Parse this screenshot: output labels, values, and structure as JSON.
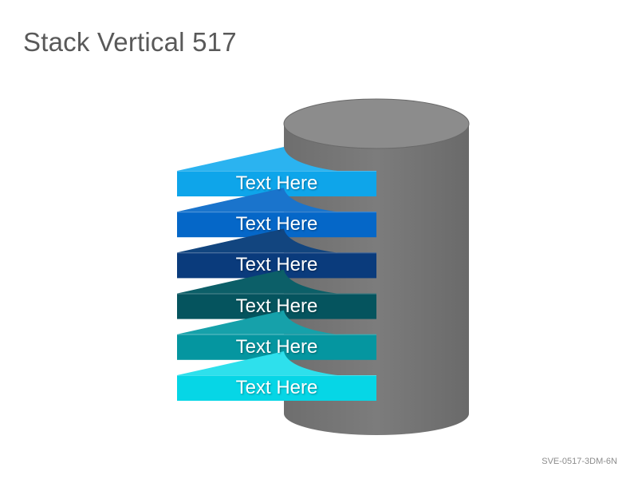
{
  "slide": {
    "title": "Stack Vertical 517",
    "code": "SVE-0517-3DM-6N"
  },
  "stack": {
    "cylinder_color": "#7a7a7a",
    "cylinder_top_color": "#8a8a8a",
    "items": [
      {
        "label": "Text Here",
        "color": "#0ea5ea",
        "wing_color": "#2bb3f0"
      },
      {
        "label": "Text Here",
        "color": "#0567c8",
        "wing_color": "#1a74cc"
      },
      {
        "label": "Text Here",
        "color": "#0a3b7c",
        "wing_color": "#12457f"
      },
      {
        "label": "Text Here",
        "color": "#05545e",
        "wing_color": "#0c5f68"
      },
      {
        "label": "Text Here",
        "color": "#0596a0",
        "wing_color": "#16a1aa"
      },
      {
        "label": "Text Here",
        "color": "#06d6e6",
        "wing_color": "#2ee0ec"
      }
    ]
  }
}
